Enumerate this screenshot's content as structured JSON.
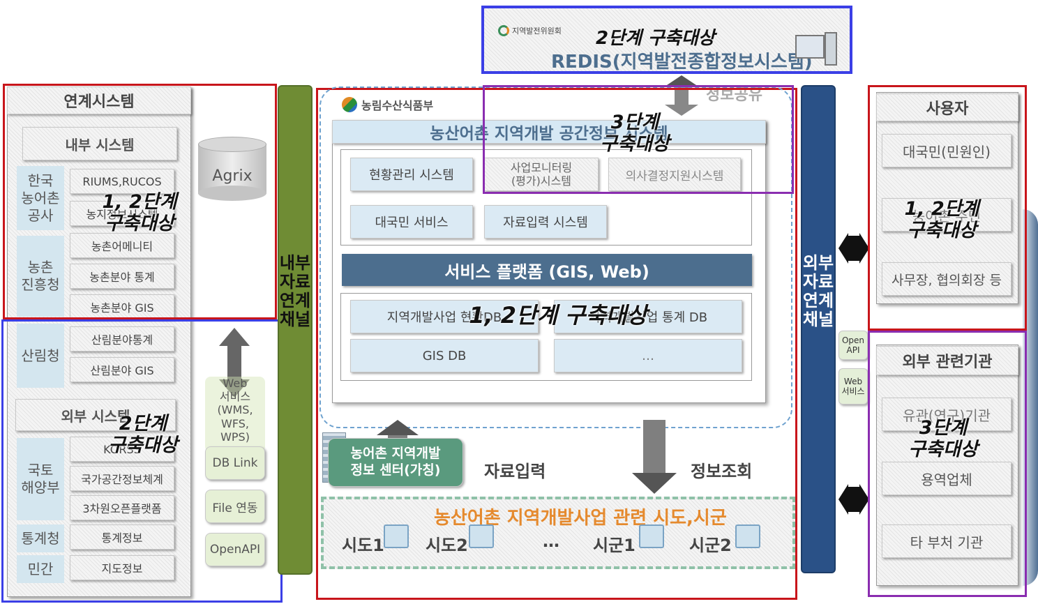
{
  "top_box": {
    "logo": "지역발전위원회",
    "stage": "2단계 구축대상",
    "name": "REDIS(지역발전종합정보시스템)"
  },
  "info_share": "정보공유",
  "left": {
    "title": "연계시스템",
    "internal_title": "내부 시스템",
    "agrix": "Agrix",
    "groups": [
      {
        "label": "한국\n농어촌\n공사",
        "items": [
          "RIUMS,RUCOS",
          "농지정보시스템",
          "농촌어메니티"
        ]
      },
      {
        "label": "농촌\n진흥청",
        "items": [
          "농촌분야 통계",
          "농촌분야 GIS"
        ]
      },
      {
        "label": "산림청",
        "items": [
          "산림분야통계",
          "산림분야 GIS"
        ]
      }
    ],
    "external_title": "외부 시스템",
    "ext_groups": [
      {
        "label": "국토\n해양부",
        "items": [
          "KORSS",
          "국가공간정보체계",
          "3차원오픈플랫폼"
        ]
      },
      {
        "label": "통계청",
        "items": [
          "통계정보"
        ]
      },
      {
        "label": "민간",
        "items": [
          "지도정보"
        ]
      }
    ],
    "channels": [
      "Web\n서비스\n(WMS,\nWFS,\nWPS)",
      "DB Link",
      "File 연동",
      "OpenAPI"
    ],
    "stage_red": "1, 2단계\n구축대상",
    "stage_blue": "2단계\n구축대상"
  },
  "internal_channel": "내부\n자료\n연계\n채널",
  "center": {
    "ministry": "농림수산식품부",
    "system_title": "농산어촌 지역개발 공간정보 시스템",
    "modules_row1": [
      "현황관리 시스템",
      "사업모니터링\n(평가)시스템",
      "의사결정지원시스템"
    ],
    "modules_row2": [
      "대국민 서비스",
      "자료입력 시스템"
    ],
    "platform": "서비스 플랫폼 (GIS, Web)",
    "db_row1": [
      "지역개발사업 현황DB",
      "지역개발사업 통계 DB"
    ],
    "db_row2": [
      "GIS DB",
      "…"
    ],
    "stage_main": "1, 2단계 구축대상",
    "stage3": "3단계\n구축대상",
    "center_label": "농어촌 지역개발\n정보 센터(가칭)",
    "data_input": "자료입력",
    "info_query": "정보조회",
    "regional_title": "농산어촌 지역개발사업 관련 시도,시군",
    "regions": [
      "시도1",
      "시도2",
      "…",
      "시군1",
      "시군2"
    ]
  },
  "external_channel": "외부\n자료\n연계\n채널",
  "mid_tags": [
    "Open\nAPI",
    "Web\n서비스"
  ],
  "right": {
    "users_title": "사용자",
    "users": [
      "대국민(민원인)",
      "농어촌 주민",
      "사무장, 협의회장 등"
    ],
    "users_stage": "1, 2단계\n구축대상",
    "ext_title": "외부 관련기관",
    "ext_items": [
      "유관(연구)기관",
      "용역업체",
      "타 부처 기관"
    ],
    "ext_stage": "3단계\n구축대상"
  },
  "colors": {
    "red": "#c8151b",
    "blue": "#3b3fe6",
    "purple": "#8a2db0",
    "green": "#6f8c34",
    "navy": "#2a5187",
    "platform": "#4c6e8e"
  }
}
